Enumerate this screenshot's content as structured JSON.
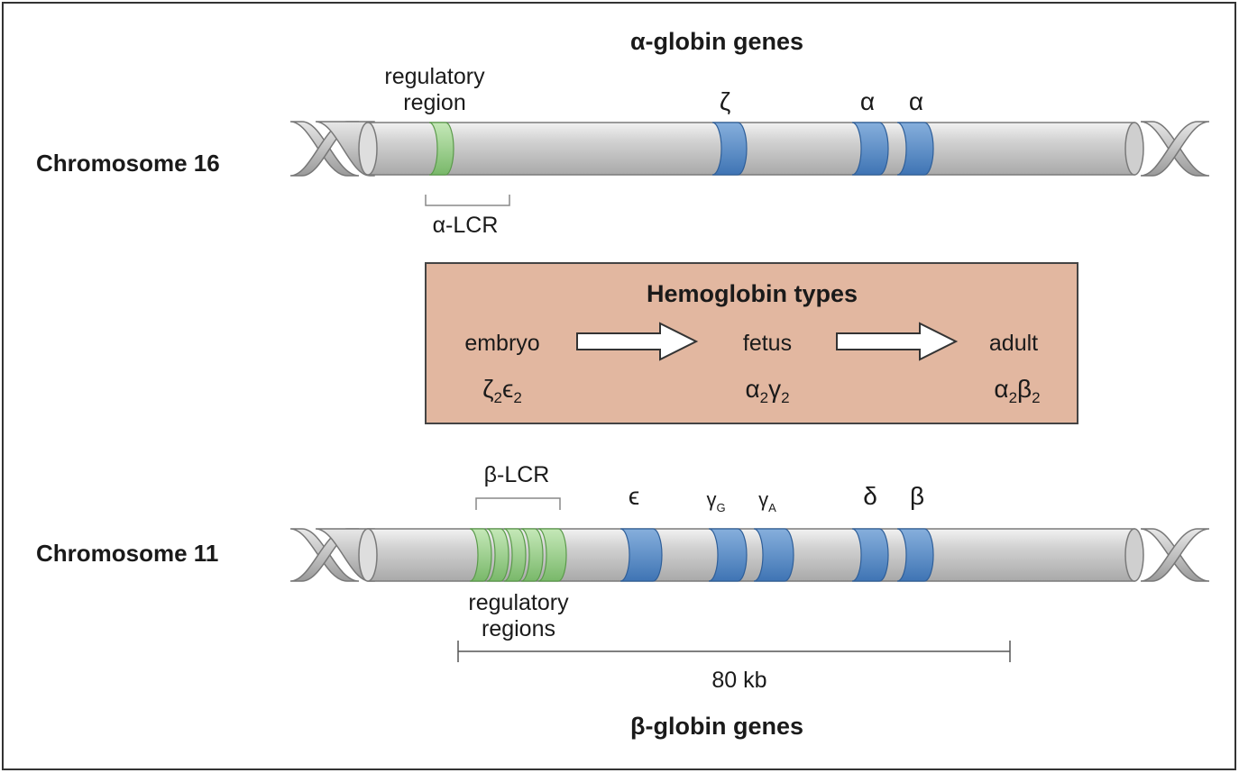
{
  "top": {
    "title": "α-globin genes",
    "chromosome_label": "Chromosome 16",
    "regulatory_label_line1": "regulatory",
    "regulatory_label_line2": "region",
    "lcr_label": "α-LCR",
    "genes": [
      {
        "label": "ζ",
        "sub": ""
      },
      {
        "label": "α",
        "sub": ""
      },
      {
        "label": "α",
        "sub": ""
      }
    ]
  },
  "box": {
    "title": "Hemoglobin types",
    "stages": [
      {
        "name": "embryo",
        "formula": [
          "ζ",
          "2",
          "ϵ",
          "2"
        ]
      },
      {
        "name": "fetus",
        "formula": [
          "α",
          "2",
          "γ",
          "2"
        ]
      },
      {
        "name": "adult",
        "formula": [
          "α",
          "2",
          "β",
          "2"
        ]
      }
    ]
  },
  "bottom": {
    "title": "β-globin genes",
    "chromosome_label": "Chromosome 11",
    "regulatory_label_line1": "regulatory",
    "regulatory_label_line2": "regions",
    "lcr_label": "β-LCR",
    "scale_label": "80 kb",
    "genes": [
      {
        "label": "ϵ",
        "sub": ""
      },
      {
        "label": "γ",
        "sub": "G"
      },
      {
        "label": "γ",
        "sub": "A"
      },
      {
        "label": "δ",
        "sub": ""
      },
      {
        "label": "β",
        "sub": ""
      }
    ]
  },
  "colors": {
    "chromosome": "#c9c9c9",
    "gene": "#5b8fc8",
    "regulatory": "#9fd18f",
    "box_fill": "#e2b7a0",
    "border": "#444444"
  }
}
